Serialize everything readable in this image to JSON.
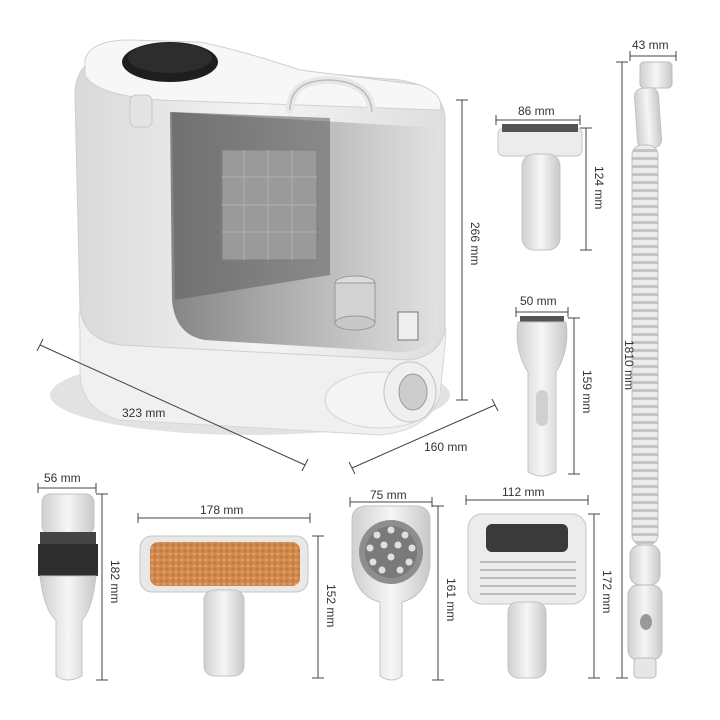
{
  "dimensions": {
    "hose_width": "43 mm",
    "hose_length": "1810 mm",
    "tool1_width": "86 mm",
    "tool1_height": "124 mm",
    "tool2_width": "50 mm",
    "tool2_height": "159 mm",
    "main_height": "266 mm",
    "main_length": "323 mm",
    "main_depth": "160 mm",
    "tool3_width": "56 mm",
    "tool3_height": "182 mm",
    "tool4_width": "178 mm",
    "tool4_height": "152 mm",
    "tool5_width": "75 mm",
    "tool5_height": "161 mm",
    "tool6_width": "112 mm",
    "tool6_height": "172 mm"
  }
}
